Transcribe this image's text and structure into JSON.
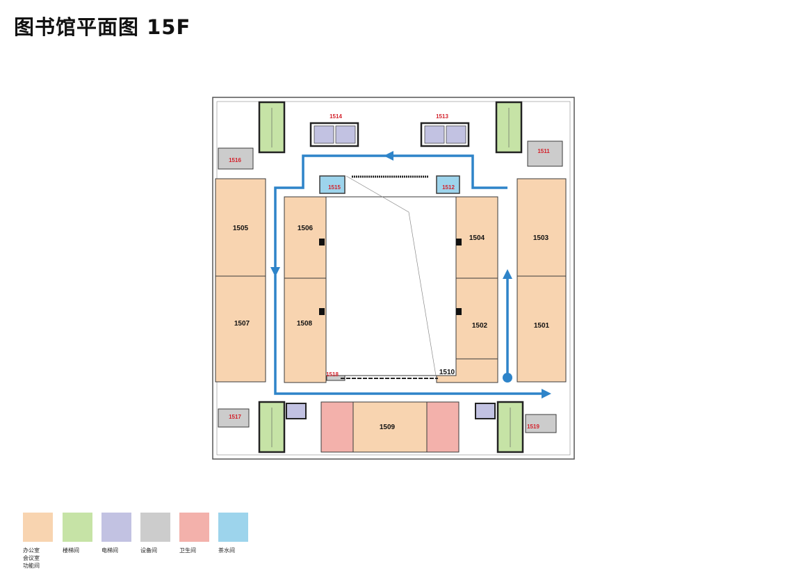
{
  "title": "图书馆平面图 15F",
  "colors": {
    "office": "#f8d4b0",
    "stair": "#c6e3a6",
    "elevator": "#c2c2e2",
    "equipment": "#cccccc",
    "restroom": "#f3b1ab",
    "tea": "#9dd4ec",
    "route": "#2e84c9",
    "wall": "#3a3a3a"
  },
  "rooms": {
    "r1501": "1501",
    "r1502": "1502",
    "r1503": "1503",
    "r1504": "1504",
    "r1505": "1505",
    "r1506": "1506",
    "r1507": "1507",
    "r1508": "1508",
    "r1509": "1509",
    "r1510": "1510",
    "r1511": "1511",
    "r1512": "1512",
    "r1513": "1513",
    "r1514": "1514",
    "r1515": "1515",
    "r1516": "1516",
    "r1517": "1517",
    "r1518": "1518",
    "r1519": "1519"
  },
  "legend": [
    {
      "label": "办公室\n会议室\n功能间",
      "color": "#f8d4b0"
    },
    {
      "label": "楼梯间",
      "color": "#c6e3a6"
    },
    {
      "label": "电梯间",
      "color": "#c2c2e2"
    },
    {
      "label": "设备间",
      "color": "#cccccc"
    },
    {
      "label": "卫生间",
      "color": "#f3b1ab"
    },
    {
      "label": "茶水间",
      "color": "#9dd4ec"
    }
  ]
}
